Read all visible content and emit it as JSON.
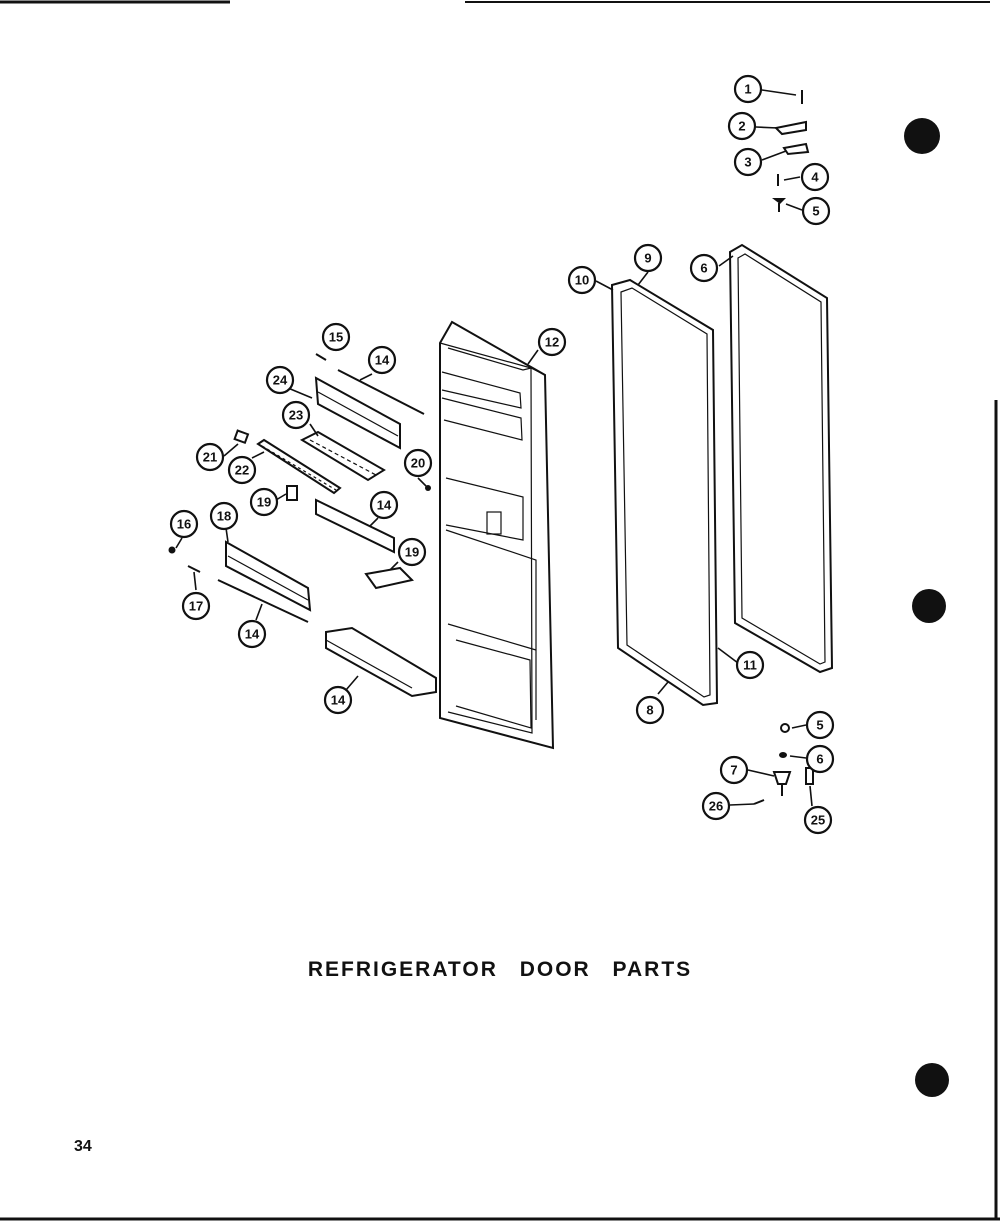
{
  "diagram": {
    "title": "REFRIGERATOR DOOR PARTS",
    "page_number": "34",
    "callouts": [
      "1",
      "2",
      "3",
      "4",
      "5",
      "6",
      "7",
      "8",
      "9",
      "10",
      "11",
      "12",
      "14",
      "15",
      "16",
      "17",
      "18",
      "19",
      "20",
      "21",
      "22",
      "23",
      "24",
      "25",
      "26"
    ]
  }
}
